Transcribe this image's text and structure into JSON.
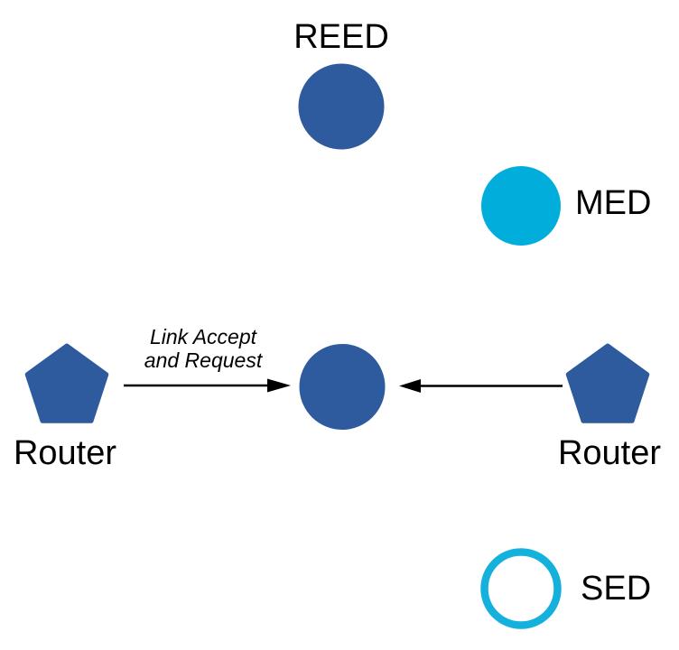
{
  "diagram": {
    "background": "#ffffff",
    "colors": {
      "node_blue": "#2E5A9E",
      "node_cyan": "#00ADDB",
      "sed_outline_cyan": "#14B1DC",
      "arrow_black": "#000000",
      "text_black": "#000000"
    },
    "nodes": {
      "reed": {
        "label": "REED",
        "shape": "circle",
        "fill": "#2E5A9E"
      },
      "med": {
        "label": "MED",
        "shape": "circle",
        "fill": "#00ADDB"
      },
      "center": {
        "shape": "circle",
        "fill": "#2E5A9E"
      },
      "router_left": {
        "label": "Router",
        "shape": "pentagon",
        "fill": "#2E5A9E"
      },
      "router_right": {
        "label": "Router",
        "shape": "pentagon",
        "fill": "#2E5A9E"
      },
      "sed": {
        "label": "SED",
        "shape": "circle-outline",
        "stroke": "#14B1DC"
      }
    },
    "edges": {
      "left": {
        "from": "router_left",
        "to": "center",
        "color": "#000000",
        "label_line1": "Link Accept",
        "label_line2": "and Request"
      },
      "right": {
        "from": "router_right",
        "to": "center",
        "color": "#000000"
      }
    }
  }
}
